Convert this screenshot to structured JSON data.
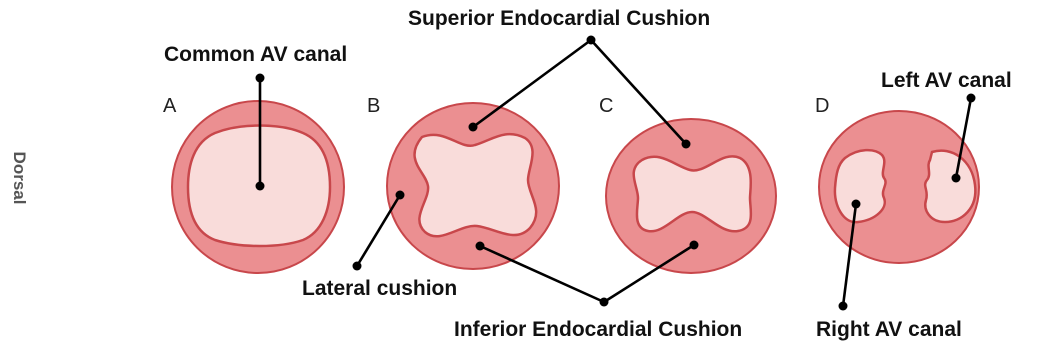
{
  "side_label": "Dorsal",
  "panels": {
    "a": "A",
    "b": "B",
    "c": "C",
    "d": "D"
  },
  "labels": {
    "common_av_canal": "Common AV canal",
    "superior_cushion": "Superior Endocardial Cushion",
    "lateral_cushion": "Lateral cushion",
    "inferior_cushion": "Inferior Endocardial Cushion",
    "left_av_canal": "Left AV canal",
    "right_av_canal": "Right AV canal"
  },
  "colors": {
    "outer_fill": "#eb8f91",
    "outer_stroke": "#c8474b",
    "inner_fill": "#f9dcda",
    "leader_line": "#000000"
  }
}
